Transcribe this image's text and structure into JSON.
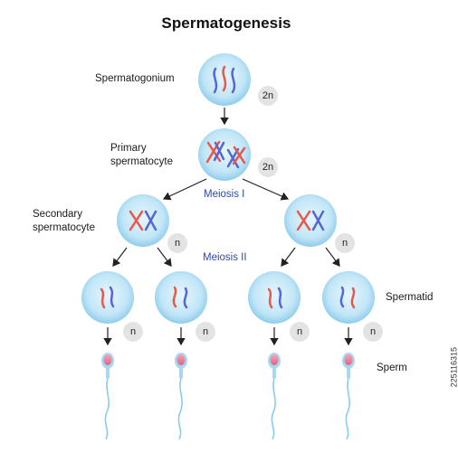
{
  "title": "Spermatogenesis",
  "stages": {
    "spermatogonium": "Spermatogonium",
    "primary_line1": "Primary",
    "primary_line2": "spermatocyte",
    "secondary_line1": "Secondary",
    "secondary_line2": "spermatocyte",
    "spermatid": "Spermatid",
    "sperm": "Sperm"
  },
  "divisions": {
    "meiosis1": "Meiosis I",
    "meiosis2": "Meiosis II"
  },
  "ploidy": {
    "diploid": "2n",
    "haploid": "n"
  },
  "side_id": "225116315",
  "colors": {
    "cell_outer": "#a8d8f0",
    "cell_inner": "#cdebf8",
    "chromosome_red": "#e8584a",
    "chromosome_blue": "#5566d6",
    "arrow": "#222222",
    "badge": "#e3e3e3",
    "meiosis_text": "#2f4aa8",
    "sperm_head": "#e87a96",
    "sperm_body": "#a8d8f0"
  }
}
